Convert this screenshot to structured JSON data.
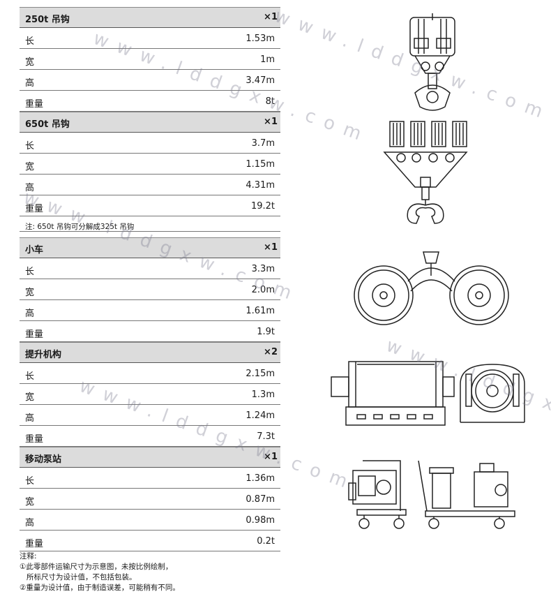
{
  "sections": [
    {
      "title": "250t 吊钩",
      "qty": "×1",
      "rows": [
        {
          "label": "长",
          "value": "1.53m"
        },
        {
          "label": "宽",
          "value": "1m"
        },
        {
          "label": "高",
          "value": "3.47m"
        },
        {
          "label": "重量",
          "value": "8t"
        }
      ]
    },
    {
      "title": "650t 吊钩",
      "qty": "×1",
      "rows": [
        {
          "label": "长",
          "value": "3.7m"
        },
        {
          "label": "宽",
          "value": "1.15m"
        },
        {
          "label": "高",
          "value": "4.31m"
        },
        {
          "label": "重量",
          "value": "19.2t"
        }
      ],
      "note": "注: 650t 吊钩可分解成325t 吊钩"
    },
    {
      "title": "小车",
      "qty": "×1",
      "rows": [
        {
          "label": "长",
          "value": "3.3m"
        },
        {
          "label": "宽",
          "value": "2.0m"
        },
        {
          "label": "高",
          "value": "1.61m"
        },
        {
          "label": "重量",
          "value": "1.9t"
        }
      ]
    },
    {
      "title": "提升机构",
      "qty": "×2",
      "rows": [
        {
          "label": "长",
          "value": "2.15m"
        },
        {
          "label": "宽",
          "value": "1.3m"
        },
        {
          "label": "高",
          "value": "1.24m"
        },
        {
          "label": "重量",
          "value": "7.3t"
        }
      ]
    },
    {
      "title": "移动泵站",
      "qty": "×1",
      "rows": [
        {
          "label": "长",
          "value": "1.36m"
        },
        {
          "label": "宽",
          "value": "0.87m"
        },
        {
          "label": "高",
          "value": "0.98m"
        },
        {
          "label": "重量",
          "value": "0.2t"
        }
      ]
    }
  ],
  "footnotes": {
    "heading": "注释:",
    "line1": "①此零部件运输尺寸为示意图，未按比例绘制，",
    "line2": "所标尺寸为设计值，不包括包装。",
    "line3": "②重量为设计值，由于制造误差，可能稍有不同。"
  },
  "watermark": "www.lddgxw.com"
}
